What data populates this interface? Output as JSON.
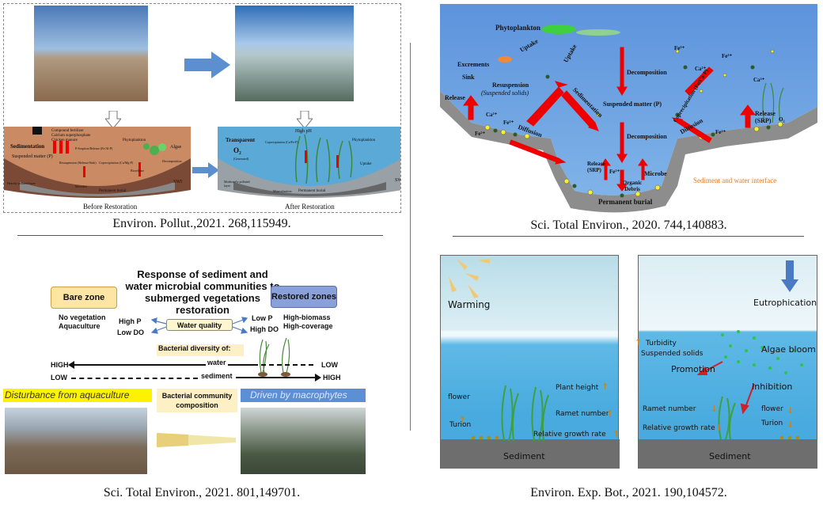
{
  "panel1": {
    "caption": "Environ. Pollut.,2021. 268,115949.",
    "before_label": "Before Restoration",
    "after_label": "After Restoration",
    "before_texts": [
      "Compound fertilizer",
      "Calcium superphosphate",
      "Chicken manure",
      "Sedimentation",
      "Phytoplankton",
      "Algae",
      "Suspended matter (P)",
      "P-Sorption/Release (Fe/Al-P)",
      "Resuspension (Release/Sink)",
      "Coprecipitation (Ca/Mg-P)",
      "Biorelease",
      "Decomposition",
      "SWI",
      "Heavily polluted layer",
      "Permanent burial",
      "Microbes"
    ],
    "after_texts": [
      "Transparent",
      "O₂",
      "(Generated)",
      "High pH",
      "Coprecipitation (Ca/Fe-P)",
      "Phytoplankton",
      "Uptake",
      "Moderately polluted layer",
      "Permanent burial",
      "Mineralization",
      "SW"
    ]
  },
  "panel2": {
    "caption": "Sci. Total Environ., 2020. 744,140883.",
    "labels": {
      "phytoplankton": "Phytoplankton",
      "uptake1": "Uptake",
      "uptake2": "Uptake",
      "excrements": "Excrements",
      "sink": "Sink",
      "release_left": "Release",
      "resuspension": "Resuspension",
      "suspended_solids": "(Suspended solids)",
      "sedimentation": "Sedimentation",
      "decomposition_top": "Decomposition",
      "suspended_matter": "Suspended matter (P)",
      "decomposition_mid": "Decomposition",
      "diffusion_left": "Diffusion",
      "diffusion_right": "Diffusion",
      "coprecipitation": "Coprecipitation (Fe/Ca-P)",
      "release_right": "Release (SRP)",
      "release_srp_bottom": "Release (SRP)",
      "microbe": "Microbe",
      "organic_debris": "Organic Debris",
      "permanent_burial": "Permanent burial",
      "interface": "Sediment and water interface",
      "fe3_1": "Fe³⁺",
      "fe3_2": "Fe³⁺",
      "ca_1": "Ca²⁺",
      "ca_2": "Ca²⁺",
      "ca_3": "Ca²⁺",
      "fe2_1": "Fe²⁺",
      "fe2_2": "Fe²⁺",
      "fe2_3": "Fe²⁺",
      "fe2_4": "Fe²⁺",
      "o2": "O₂"
    }
  },
  "panel3": {
    "caption": "Sci. Total Environ., 2021. 801,149701.",
    "title": "Response of sediment and water microbial communities to submerged vegetations restoration",
    "bare_zone": "Bare zone",
    "restored_zones": "Restored zones",
    "no_vegetation": "No vegetation",
    "aquaculture": "Aquaculture",
    "high_biomass": "High-biomass",
    "high_coverage": "High-coverage",
    "high_p": "High P",
    "low_do": "Low DO",
    "low_p": "Low P",
    "high_do": "High DO",
    "water_quality": "Water quality",
    "bacterial_diversity": "Bacterial diversity   of:",
    "water": "water",
    "sediment": "sediment",
    "high_left": "HIGH",
    "low_left": "LOW",
    "low_right": "LOW",
    "high_right": "HIGH",
    "disturbance": "Disturbance from aquaculture",
    "community": "Bacterial community composition",
    "driven": "Driven by macrophytes"
  },
  "panel4": {
    "caption": "Environ. Exp. Bot., 2021. 190,104572.",
    "warming": "Warming",
    "eutrophication": "Eutrophication",
    "flower_left": "flower",
    "turion_left": "Turion",
    "plant_height": "Plant height",
    "ramet_number_left": "Ramet number",
    "relative_growth_left": "Relative growth rate",
    "sediment_left": "Sediment",
    "turbidity": "Turbidity",
    "suspended_solids": "Suspended solids",
    "algae_bloom": "Algae bloom",
    "promotion": "Promotion",
    "inhibition": "Inhibition",
    "ramet_number_right": "Ramet number",
    "relative_growth_right": "Relative growth rate",
    "flower_right": "flower",
    "turion_right": "Turion",
    "sediment_right": "Sediment"
  }
}
